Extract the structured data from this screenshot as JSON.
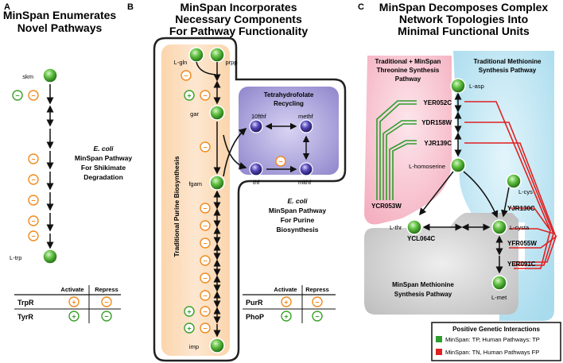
{
  "panel_a": {
    "letter": "A",
    "title": [
      "MinSpan Enumerates",
      "Novel Pathways"
    ],
    "start_metabolite": "skm",
    "end_metabolite": "L-trp",
    "pathway_label": [
      "E. coli",
      "MinSpan Pathway",
      "For Shikimate",
      "Degradation"
    ],
    "table": {
      "col_activate": "Activate",
      "col_repress": "Repress",
      "rows": [
        {
          "regulator": "TrpR",
          "activate": "+",
          "repress": "−"
        },
        {
          "regulator": "TyrR",
          "activate": "+",
          "repress": "−"
        }
      ]
    }
  },
  "panel_b": {
    "letter": "B",
    "title": [
      "MinSpan Incorporates",
      "Necessary Components",
      "For Pathway Functionality"
    ],
    "purine_label": "Traditional Purine Biosynthesis",
    "folate_title": [
      "Tetrahydrofolate",
      "Recycling"
    ],
    "metabolites": {
      "lgln": "L-gln",
      "prpp": "prpp",
      "gar": "gar",
      "fgam": "fgam",
      "imp": "imp",
      "f10": "10fthf",
      "methf": "methf",
      "thf": "thf",
      "mlthf": "mlthf"
    },
    "pathway_label": [
      "E. coli",
      "MinSpan Pathway",
      "For Purine",
      "Biosynthesis"
    ],
    "table": {
      "col_activate": "Activate",
      "col_repress": "Repress",
      "rows": [
        {
          "regulator": "PurR",
          "activate": "+",
          "repress": "−"
        },
        {
          "regulator": "PhoP",
          "activate": "+",
          "repress": "−"
        }
      ]
    }
  },
  "panel_c": {
    "letter": "C",
    "title": [
      "MinSpan Decomposes Complex",
      "Network Topologies Into",
      "Minimal Functional Units"
    ],
    "regions": {
      "threonine": [
        "Traditional + MinSpan",
        "Threonine Synthesis",
        "Pathway"
      ],
      "methionine_trad": [
        "Traditional Methionine",
        "Synthesis Pathway"
      ],
      "methionine_minspan": [
        "MinSpan Methionine",
        "Synthesis Pathway"
      ]
    },
    "metabolites": {
      "lasp": "L-asp",
      "lhom": "L-homoserine",
      "lcys": "L-cys",
      "lthr": "L-thr",
      "lcysta": "L-cysta",
      "lmet": "L-met"
    },
    "genes": {
      "yer052c": "YER052C",
      "ydr158w": "YDR158W",
      "yjr139c": "YJR139C",
      "ycr053w": "YCR053W",
      "ycl064c": "YCL064C",
      "yjr130c": "YJR130C",
      "yfr055w": "YFR055W",
      "yer091c": "YER091C"
    },
    "legend": {
      "title": "Positive Genetic Interactions",
      "items": [
        {
          "label": "MinSpan: TP, Human Pathways: TP",
          "color": "#2e9e2e"
        },
        {
          "label": "MinSpan: TN, Human Pathways FP",
          "color": "#e02020"
        }
      ]
    }
  },
  "colors": {
    "green_node": "#3a9a2a",
    "purple_node": "#3a2f8a",
    "orange": "#f08a1c",
    "green": "#3aa02a",
    "red": "#e02020"
  }
}
